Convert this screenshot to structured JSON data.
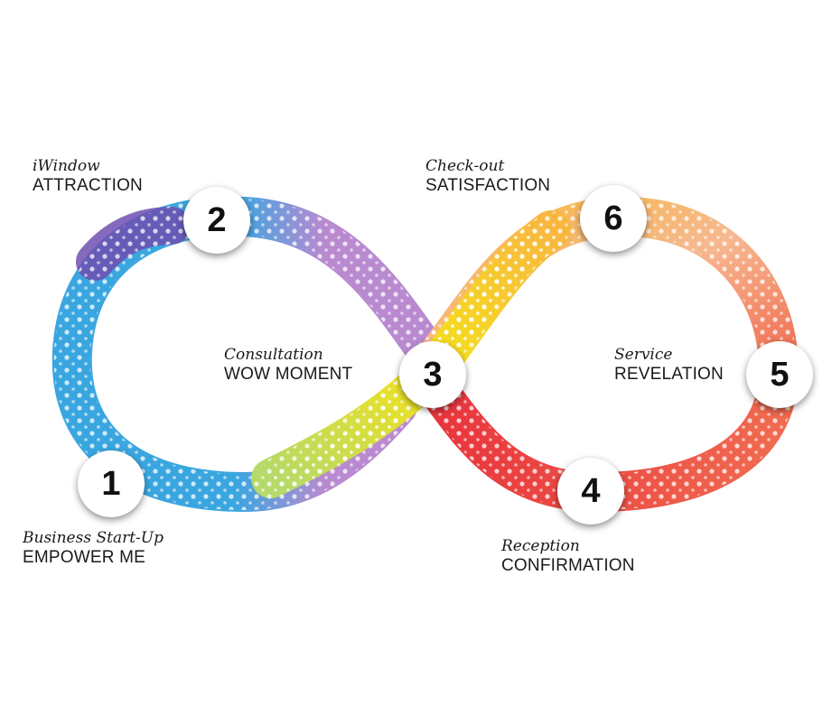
{
  "steps": [
    {
      "number": "1",
      "subtitle": "Business Start-Up",
      "title": "EMPOWER ME"
    },
    {
      "number": "2",
      "subtitle": "iWindow",
      "title": "ATTRACTION"
    },
    {
      "number": "3",
      "subtitle": "Consultation",
      "title": "WOW MOMENT"
    },
    {
      "number": "4",
      "subtitle": "Reception",
      "title": "CONFIRMATION"
    },
    {
      "number": "5",
      "subtitle": "Service",
      "title": "REVELATION"
    },
    {
      "number": "6",
      "subtitle": "Check-out",
      "title": "SATISFACTION"
    }
  ],
  "colors": {
    "blue": "#3aa6e0",
    "purple": "#b98ad0",
    "dark_purple": "#6f4fb0",
    "green": "#b5d96a",
    "yellow": "#f4e21a",
    "orange": "#f8b840",
    "peach": "#f6b890",
    "red": "#e8343c",
    "coral": "#f06a50"
  }
}
